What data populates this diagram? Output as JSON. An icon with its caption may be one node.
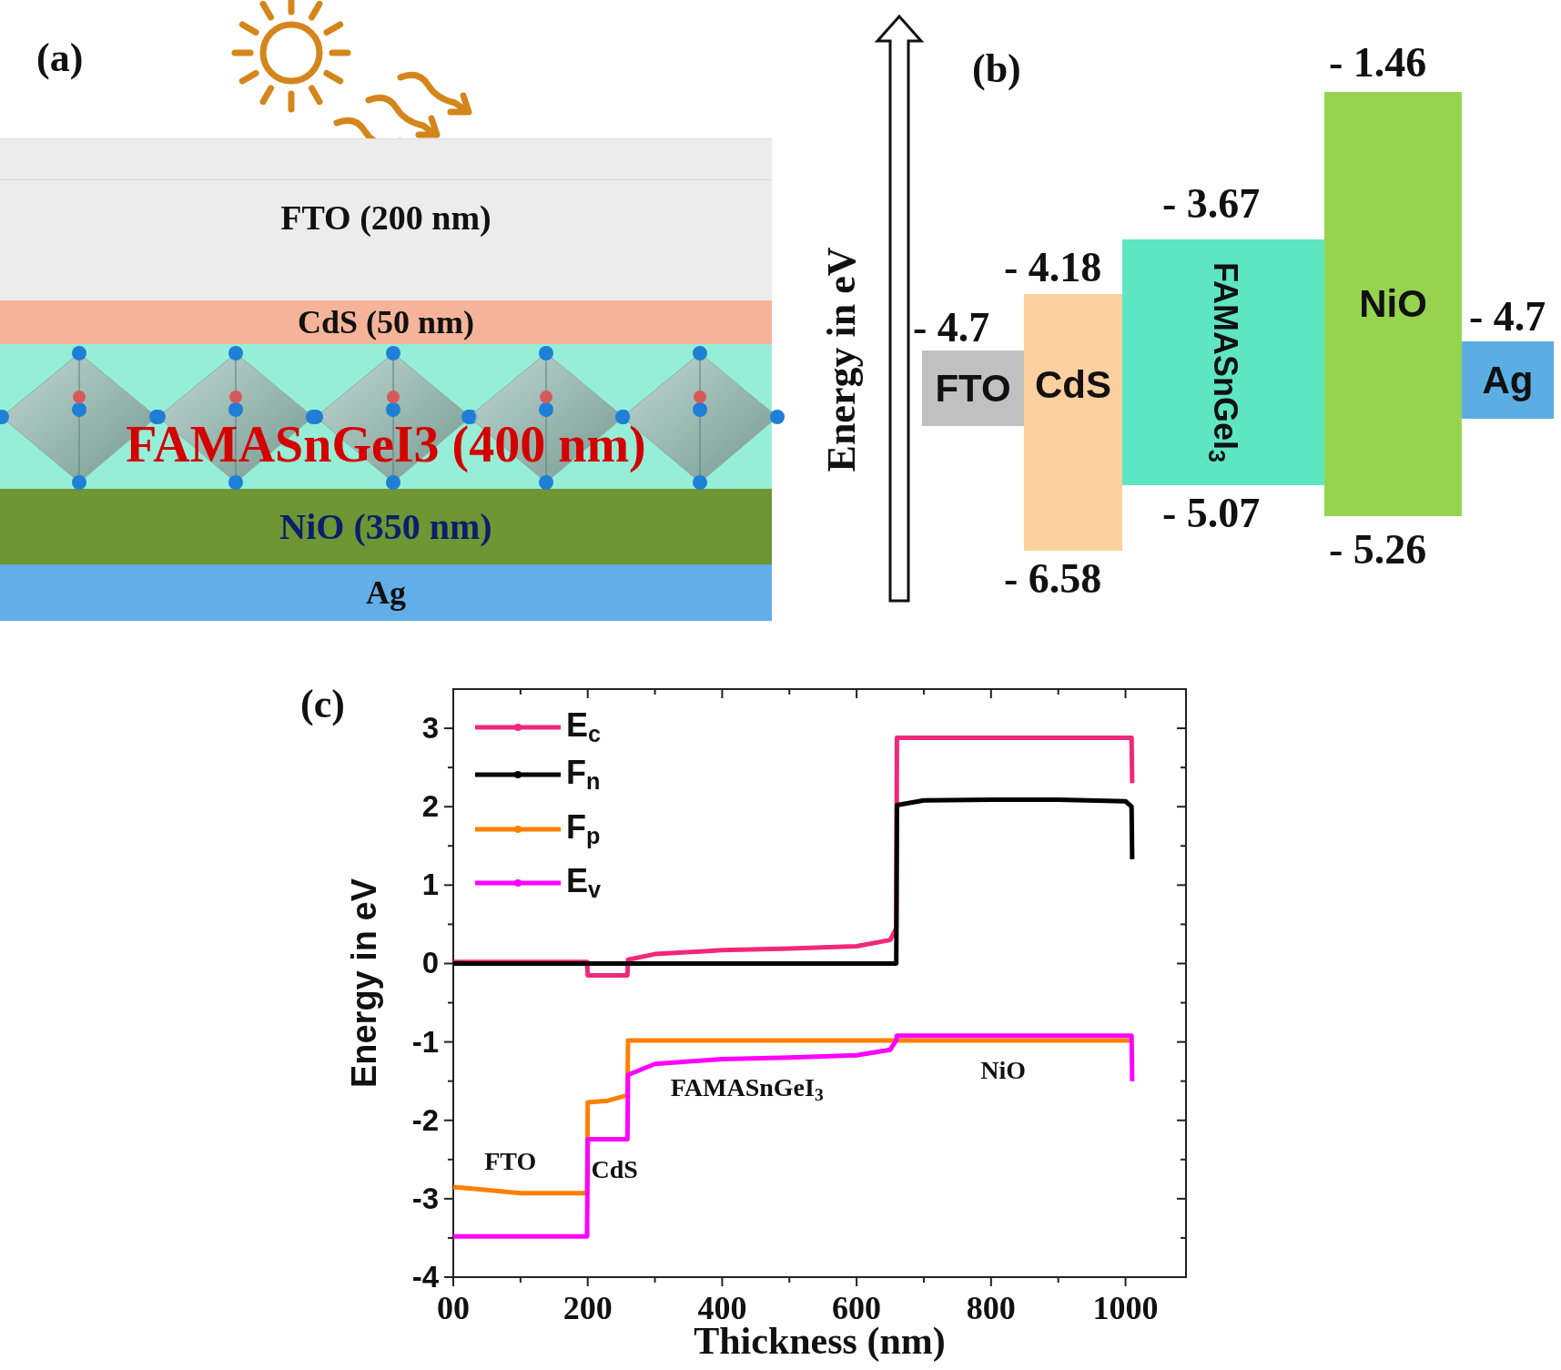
{
  "diagram": {
    "nodes": [
      {
        "text": [
          "FTO (200 nm)"
        ]
      },
      {
        "text": [
          "CdS (50 nm)"
        ]
      },
      {
        "text": [
          "FAMASnGeI3 (400 nm)"
        ]
      },
      {
        "text": [
          "NiO (350 nm)"
        ]
      },
      {
        "text": [
          "Ag"
        ]
      },
      {
        "text": [
          "FTO"
        ],
        "beside": [
          "- 4.7"
        ]
      },
      {
        "text": [
          "CdS"
        ],
        "beside": [
          "- 4.18",
          "- 6.58"
        ]
      },
      {
        "text": [
          "FAMASnGeI$_{3}$"
        ],
        "beside": [
          "- 3.67",
          "- 5.07"
        ]
      },
      {
        "text": [
          "NiO"
        ],
        "beside": [
          "- 1.46",
          "- 5.26"
        ]
      },
      {
        "text": [
          "Ag"
        ],
        "beside": [
          "- 4.7"
        ]
      }
    ],
    "labels": [
      "(a)",
      "(b)",
      "Energy in eV",
      "(c)"
    ],
    "chart_data": {
      "type": "line",
      "xlabel": "Thickness (nm)",
      "ylabel": "Energy in eV",
      "x": [
        0,
        100,
        199,
        200,
        230,
        259,
        260,
        300,
        400,
        500,
        600,
        650,
        659,
        660,
        700,
        800,
        900,
        1000,
        1009,
        1010
      ],
      "series": [
        {
          "name": "E$_{c}$",
          "color": "#f0287a",
          "values": [
            0.02,
            0.02,
            0.02,
            -0.15,
            -0.15,
            -0.15,
            0.05,
            0.12,
            0.17,
            0.19,
            0.22,
            0.3,
            0.45,
            2.88,
            2.88,
            2.88,
            2.88,
            2.88,
            2.88,
            2.3
          ]
        },
        {
          "name": "F$_{n}$",
          "color": "#000000",
          "values": [
            0,
            0,
            0,
            0,
            0,
            0,
            0,
            0,
            0,
            0,
            0,
            0,
            0,
            2.02,
            2.08,
            2.09,
            2.09,
            2.07,
            2.0,
            1.33
          ]
        },
        {
          "name": "F$_{p}$",
          "color": "#ff8000",
          "values": [
            -2.85,
            -2.93,
            -2.93,
            -1.77,
            -1.75,
            -1.68,
            -0.98,
            -0.98,
            -0.98,
            -0.98,
            -0.98,
            -0.98,
            -0.98,
            -0.98,
            -0.98,
            -0.98,
            -0.98,
            -0.98,
            -0.98,
            -0.98
          ]
        },
        {
          "name": "E$_{v}$",
          "color": "#ff00ff",
          "values": [
            -3.48,
            -3.48,
            -3.48,
            -2.24,
            -2.24,
            -2.24,
            -1.42,
            -1.28,
            -1.22,
            -1.2,
            -1.17,
            -1.1,
            -0.98,
            -0.92,
            -0.92,
            -0.92,
            -0.92,
            -0.92,
            -0.92,
            -1.5
          ]
        }
      ],
      "xlim": [
        0,
        1090
      ],
      "ylim": [
        -4,
        3.5
      ],
      "xticks": [
        {
          "value": 0,
          "label": "00"
        },
        200,
        400,
        600,
        800,
        1000
      ],
      "yticks": [
        -4,
        -3,
        -2,
        -1,
        0,
        1,
        2,
        3
      ],
      "legend": "upper left",
      "annotations": [
        "FTO",
        "CdS",
        "FAMASnGeI$_{3}$",
        "NiO"
      ]
    }
  }
}
